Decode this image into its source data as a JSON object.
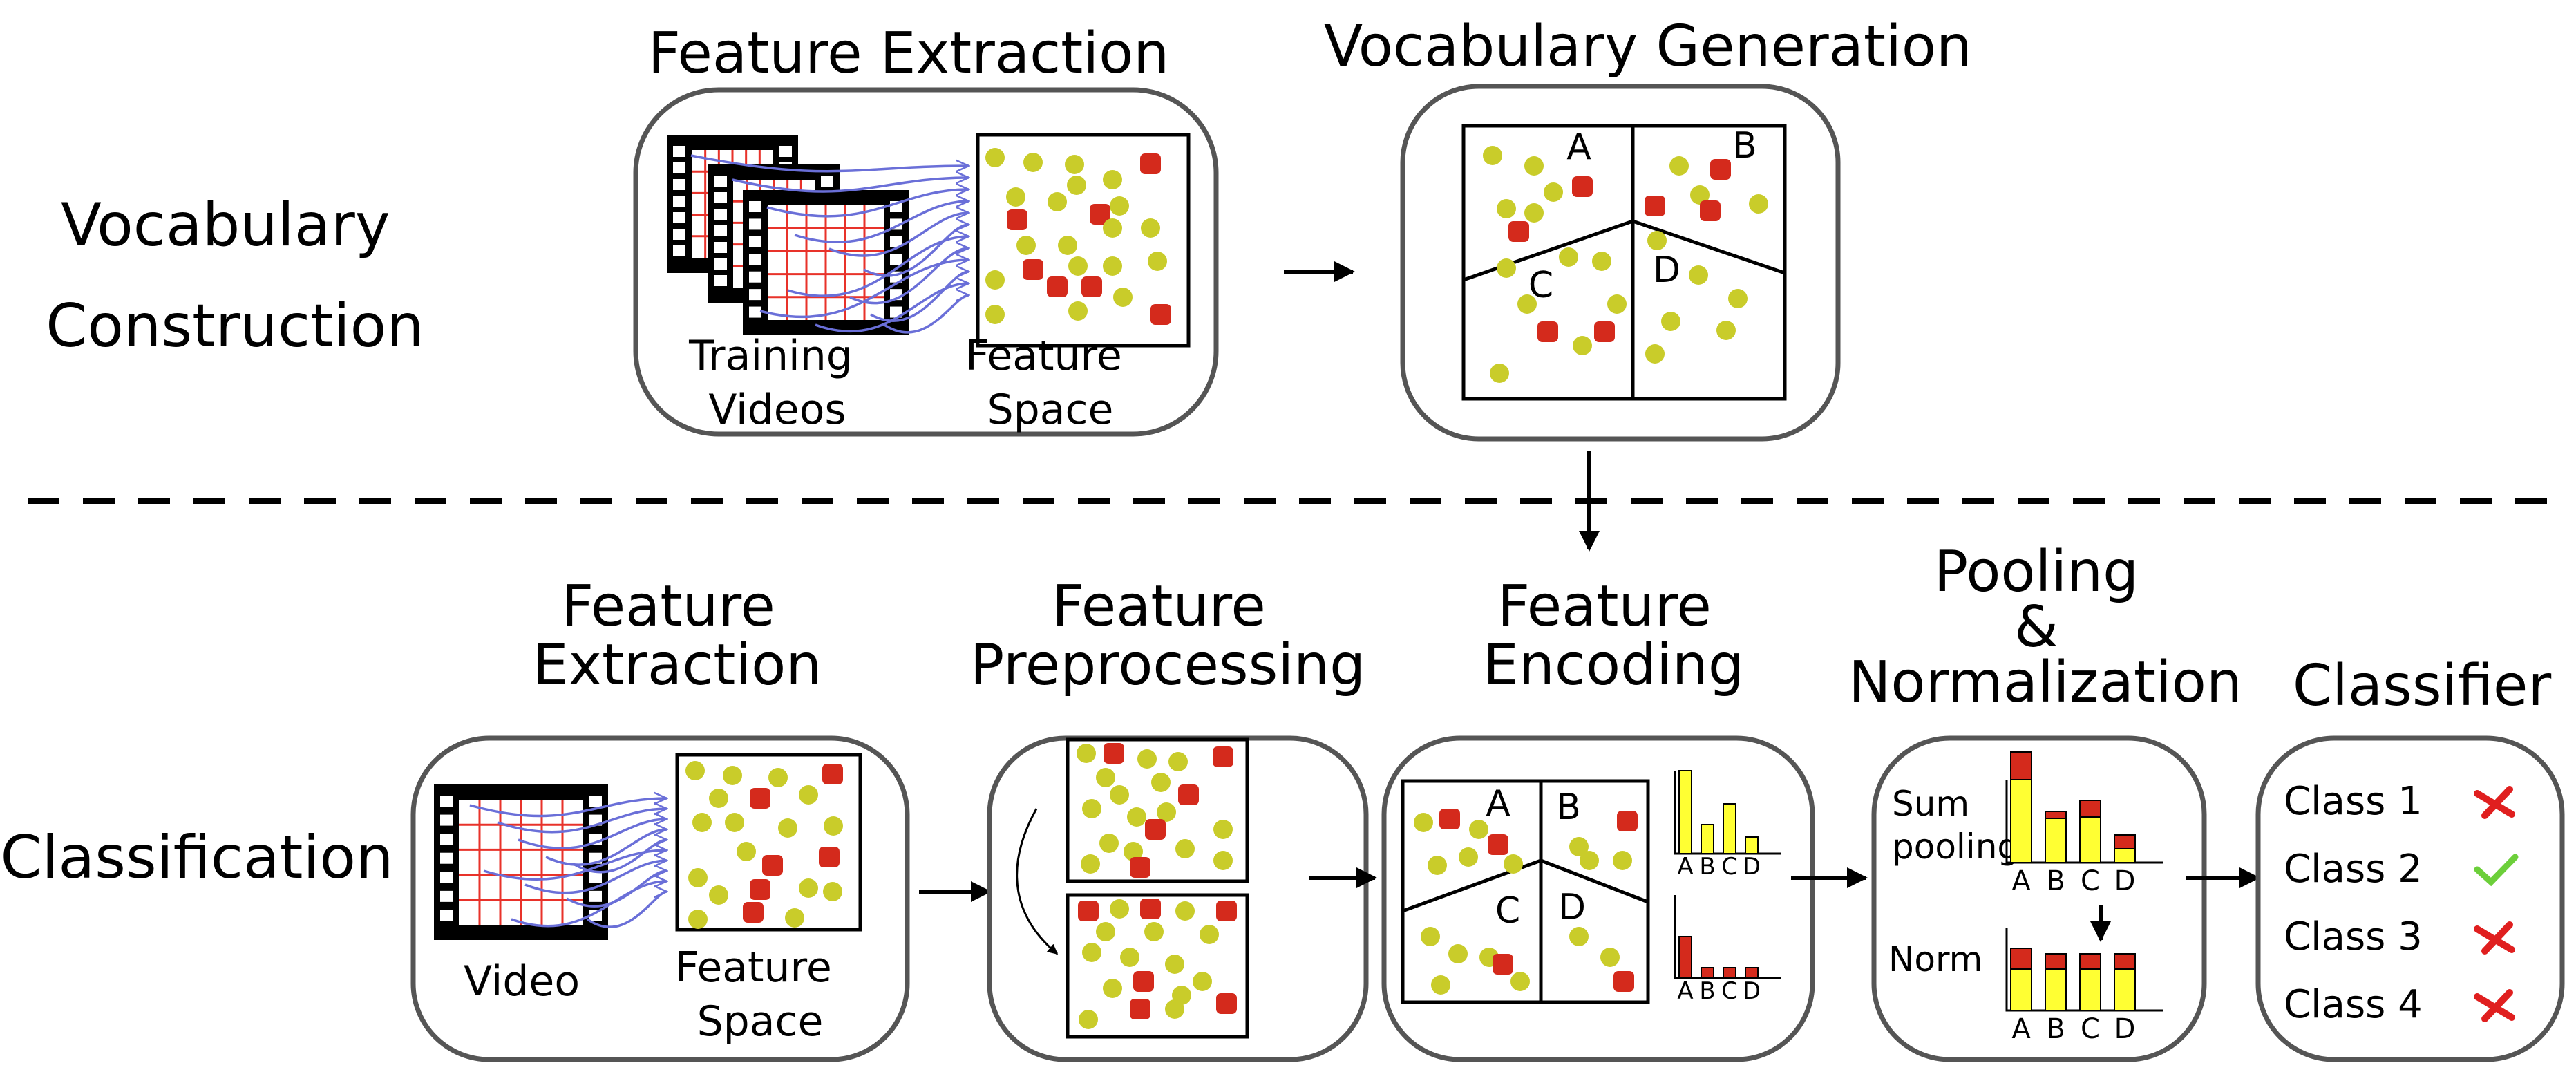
{
  "sections": {
    "top": "Vocabulary\nConstruction",
    "bottom": "Classification"
  },
  "top": {
    "feature_extraction": {
      "title": "Feature Extraction",
      "training_videos": "Training\nVideos",
      "feature_space": "Feature\nSpace"
    },
    "vocabulary_generation": {
      "title": "Vocabulary Generation",
      "regions": [
        "A",
        "B",
        "C",
        "D"
      ]
    }
  },
  "bottom": {
    "feature_extraction": {
      "title": "Feature\nExtraction",
      "video": "Video",
      "feature_space": "Feature\nSpace"
    },
    "feature_preprocessing": {
      "title": "Feature\nPreprocessing"
    },
    "feature_encoding": {
      "title": "Feature\nEncoding",
      "regions": [
        "A",
        "B",
        "C",
        "D"
      ],
      "hist_ticks": [
        "A",
        "B",
        "C",
        "D"
      ]
    },
    "pooling": {
      "title": "Pooling\n&\nNormalization",
      "sum_label": "Sum\npooling",
      "norm_label": "Norm",
      "ticks": [
        "A",
        "B",
        "C",
        "D"
      ]
    },
    "classifier": {
      "title": "Classifier",
      "classes": [
        {
          "label": "Class 1",
          "result": "cross"
        },
        {
          "label": "Class 2",
          "result": "check"
        },
        {
          "label": "Class 3",
          "result": "cross"
        },
        {
          "label": "Class 4",
          "result": "cross"
        }
      ]
    }
  },
  "colors": {
    "feature_dot": "#c9cc2a",
    "vocab_square": "#d42a1c",
    "arrow_blue": "#6a6fd8",
    "grid_red": "#e8322a",
    "check": "#6ccf3a",
    "cross": "#e01f1f",
    "box_border": "#555555"
  }
}
